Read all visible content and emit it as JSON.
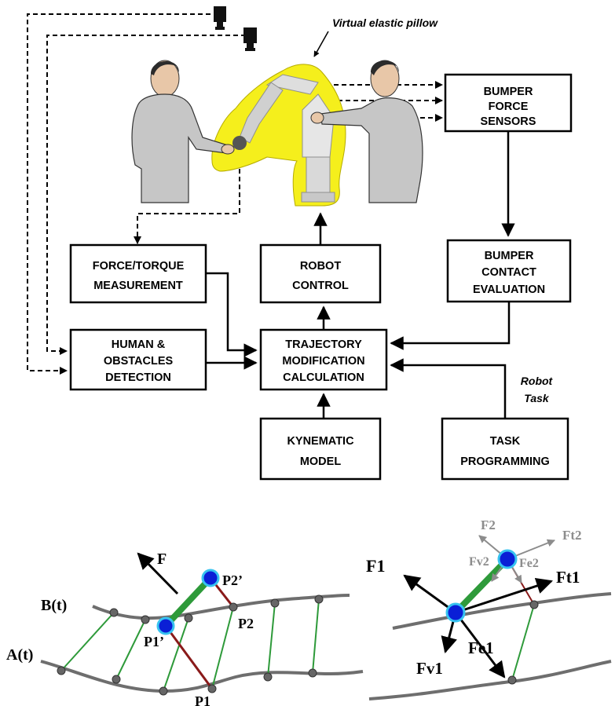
{
  "diagram": {
    "pillow_label": "Virtual elastic pillow",
    "robot_task_label": [
      "Robot",
      "Task"
    ],
    "boxes": {
      "bumper_force_sensors": [
        "BUMPER",
        "FORCE",
        "SENSORS"
      ],
      "force_torque": [
        "FORCE/TORQUE",
        "MEASUREMENT"
      ],
      "robot_control": [
        "ROBOT",
        "CONTROL"
      ],
      "bumper_contact": [
        "BUMPER",
        "CONTACT",
        "EVALUATION"
      ],
      "human_obstacles": [
        "HUMAN &",
        "OBSTACLES",
        "DETECTION"
      ],
      "trajectory": [
        "TRAJECTORY",
        "MODIFICATION",
        "CALCULATION"
      ],
      "kynematic": [
        "KYNEMATIC",
        "MODEL"
      ],
      "task_programming": [
        "TASK",
        "PROGRAMMING"
      ]
    },
    "colors": {
      "pillow": "#f5ef1c",
      "robot": "#d9d9d9",
      "coat": "#c6c6c6",
      "green_link": "#2e9a3a",
      "red_link": "#8a1a1a",
      "point_fill": "#0a1fd6",
      "point_ring": "#37c3f0",
      "gray_force": "#8c8c8c"
    }
  },
  "left_plot": {
    "curve_b": "B(t)",
    "curve_a": "A(t)",
    "force": "F",
    "p1p": "P1’",
    "p2p": "P2’",
    "p1": "P1",
    "p2": "P2"
  },
  "right_plot": {
    "f1": "F1",
    "ft1": "Ft1",
    "fv1": "Fv1",
    "fe1": "Fe1",
    "f2": "F2",
    "ft2": "Ft2",
    "fv2": "Fv2",
    "fe2": "Fe2"
  }
}
